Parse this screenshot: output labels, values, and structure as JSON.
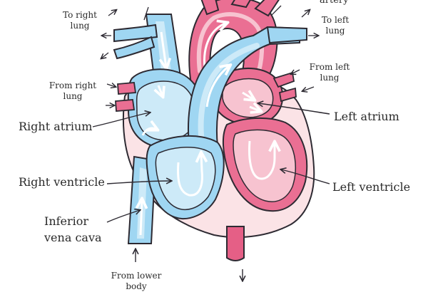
{
  "labels": {
    "artery": "artery",
    "to_right_lung": "To right\nlung",
    "to_left_lung": "To left\nlung",
    "from_right_lung": "From right\nlung",
    "from_left_lung": "From left\nlung",
    "right_atrium": "Right atrium",
    "left_atrium": "Left atrium",
    "right_ventricle": "Right ventricle",
    "left_ventricle": "Left ventricle",
    "inferior_vena_cava": "Inferior\nvena cava",
    "from_lower_body": "From lower\nbody"
  },
  "colors": {
    "blue_chamber": "#9fd6f2",
    "blue_light": "#cdeaf8",
    "pink_chamber": "#ea6f93",
    "pink_light": "#f7c3d0",
    "shell": "#fbe3e6",
    "outline": "#2d2a32"
  }
}
